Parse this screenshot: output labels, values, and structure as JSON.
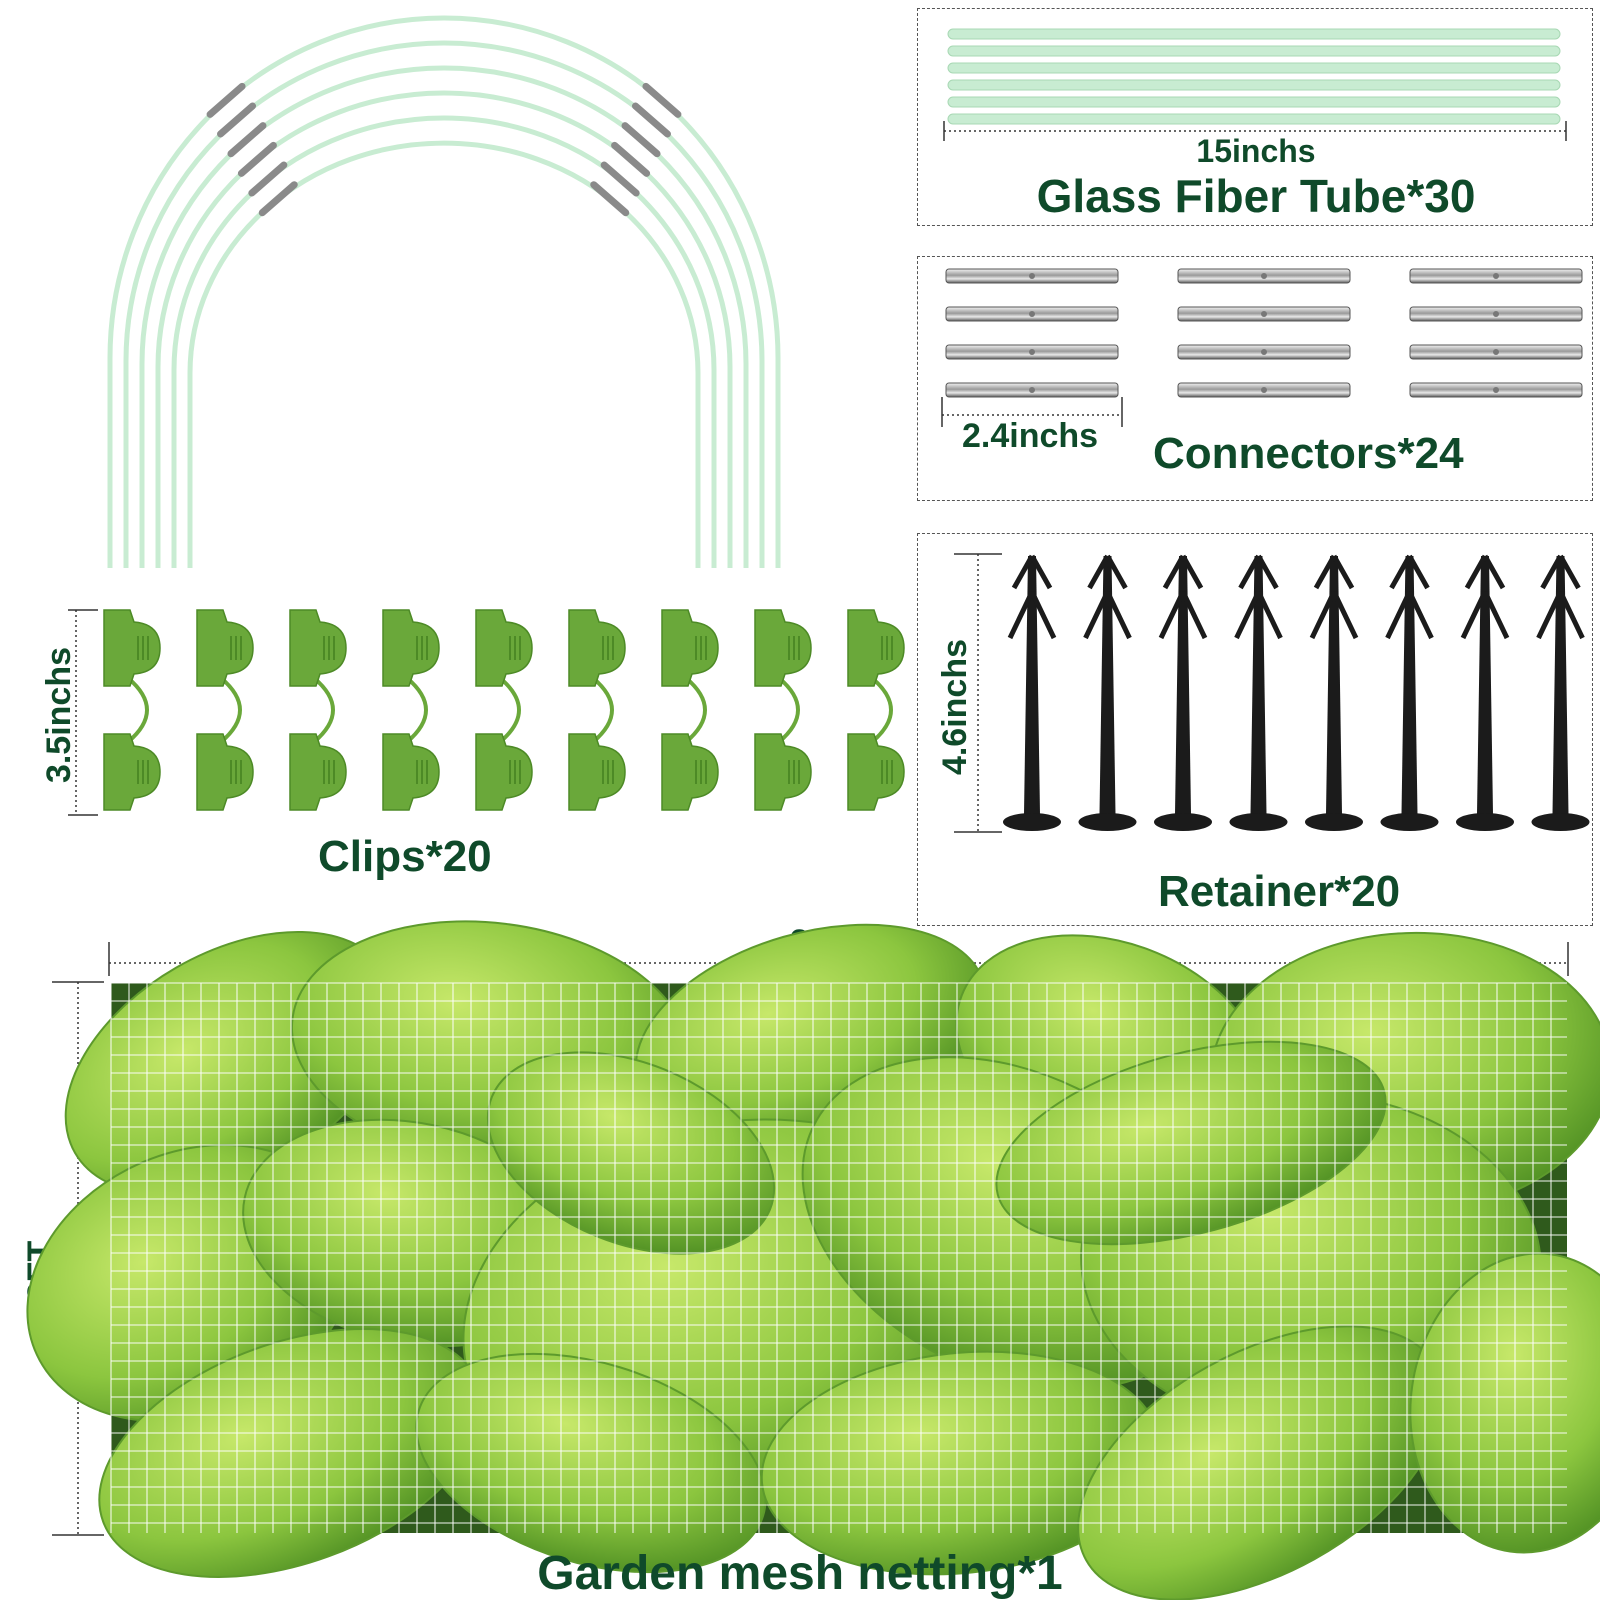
{
  "colors": {
    "label_text": "#0f4a2a",
    "tube_green": "#c8ecd2",
    "clip_green": "#6aa83a",
    "stake_black": "#1b1b1b",
    "mesh_white": "#ffffff",
    "leaf_green": "#8cc63f"
  },
  "tube": {
    "length_label": "15inchs",
    "title": "Glass Fiber Tube*30"
  },
  "connectors": {
    "length_label": "2.4inchs",
    "title": "Connectors*24"
  },
  "clips": {
    "height_label": "3.5inchs",
    "title": "Clips*20"
  },
  "retainer": {
    "height_label": "4.6inchs",
    "title": "Retainer*20"
  },
  "netting": {
    "width_label": "33FT",
    "height_label": "8FT",
    "title": "Garden mesh netting*1"
  }
}
